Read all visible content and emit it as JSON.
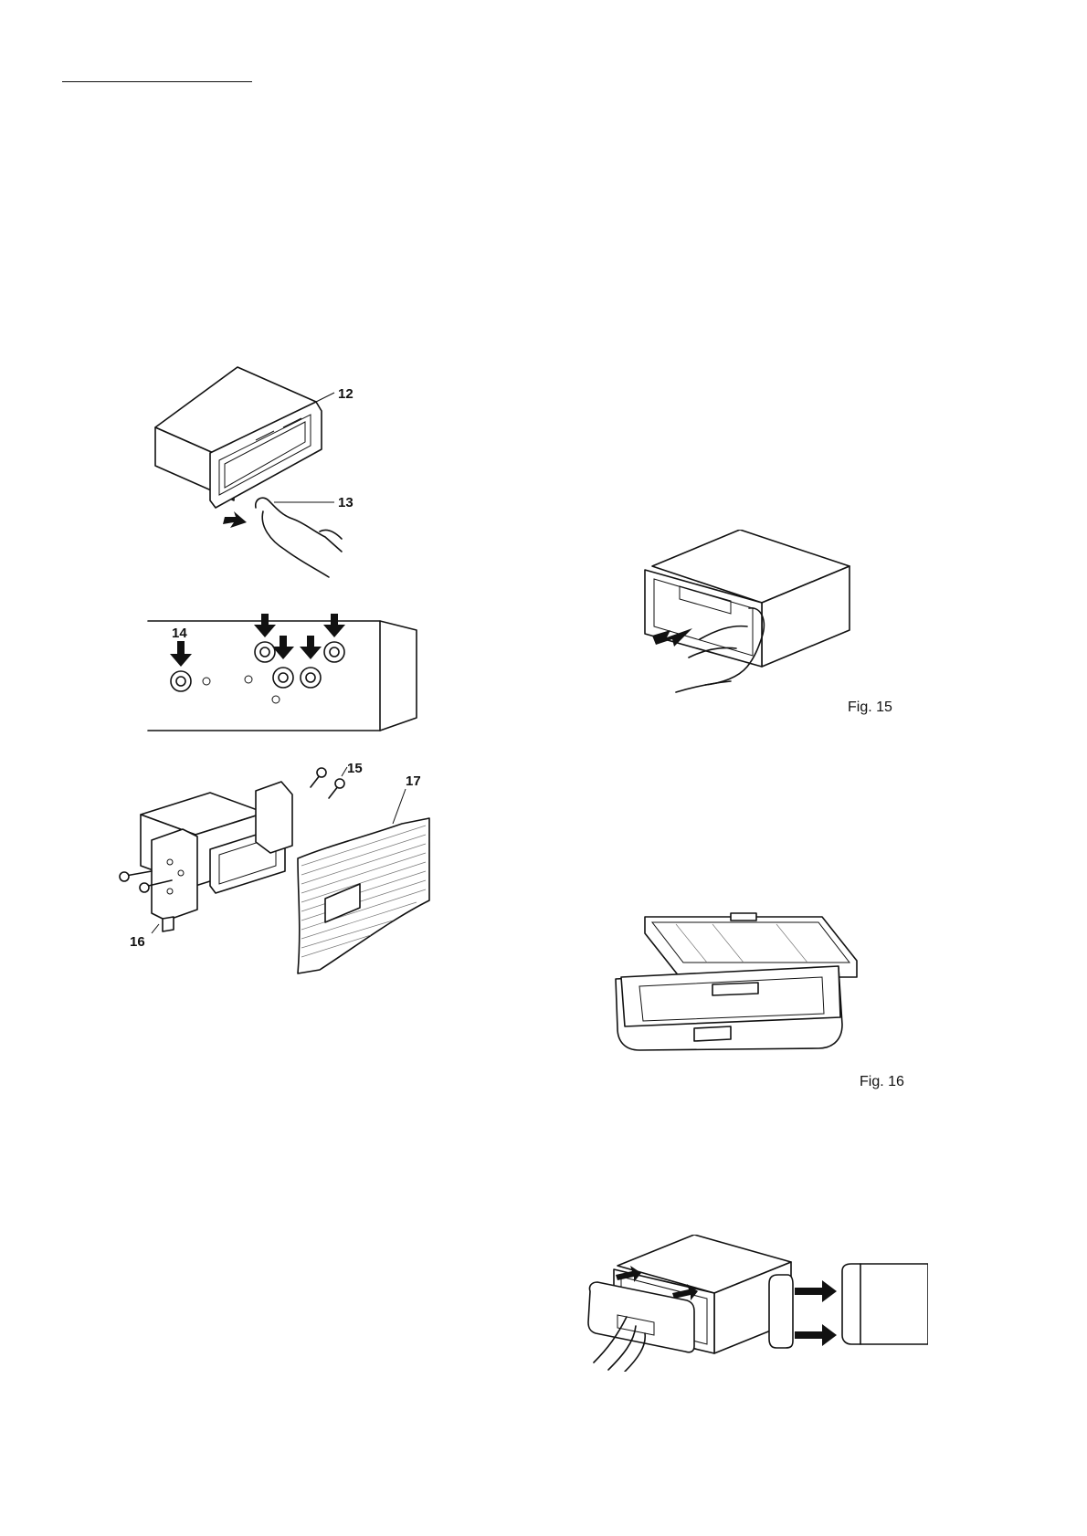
{
  "figures": {
    "unit_removal": {
      "callout_frame": "12",
      "callout_finger": "13"
    },
    "mount_holes": {
      "callout_hole": "14"
    },
    "bracket_mount": {
      "callout_screw": "15",
      "callout_bracket": "16",
      "callout_dash": "17"
    },
    "panel_detach": {
      "caption": "Fig. 15"
    },
    "case": {
      "caption": "Fig. 16"
    },
    "panel_attach": {}
  }
}
